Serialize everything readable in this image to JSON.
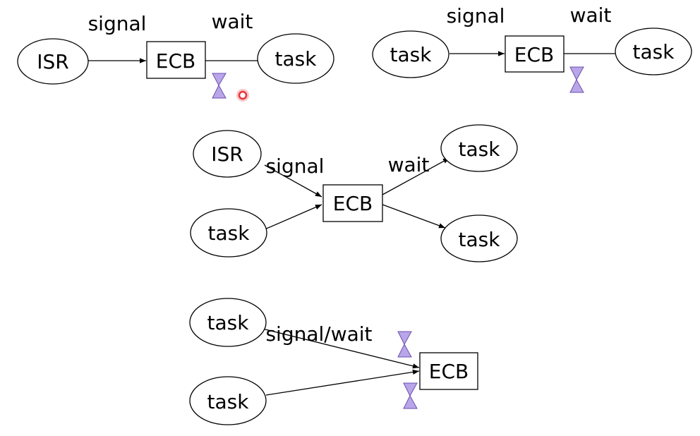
{
  "colors": {
    "timeout_icon": "#b9a6e9",
    "pointer": "#e8343a"
  },
  "diagrams": [
    {
      "edge_labels": [
        "signal",
        "wait"
      ],
      "nodes": [
        "ISR",
        "ECB",
        "task"
      ]
    },
    {
      "edge_labels": [
        "signal",
        "wait"
      ],
      "nodes": [
        "task",
        "ECB",
        "task"
      ]
    },
    {
      "edge_labels": [
        "signal",
        "wait"
      ],
      "nodes": [
        "ISR",
        "task",
        "ECB",
        "task",
        "task"
      ]
    },
    {
      "edge_labels": [
        "signal/wait"
      ],
      "nodes": [
        "task",
        "task",
        "ECB"
      ]
    }
  ]
}
